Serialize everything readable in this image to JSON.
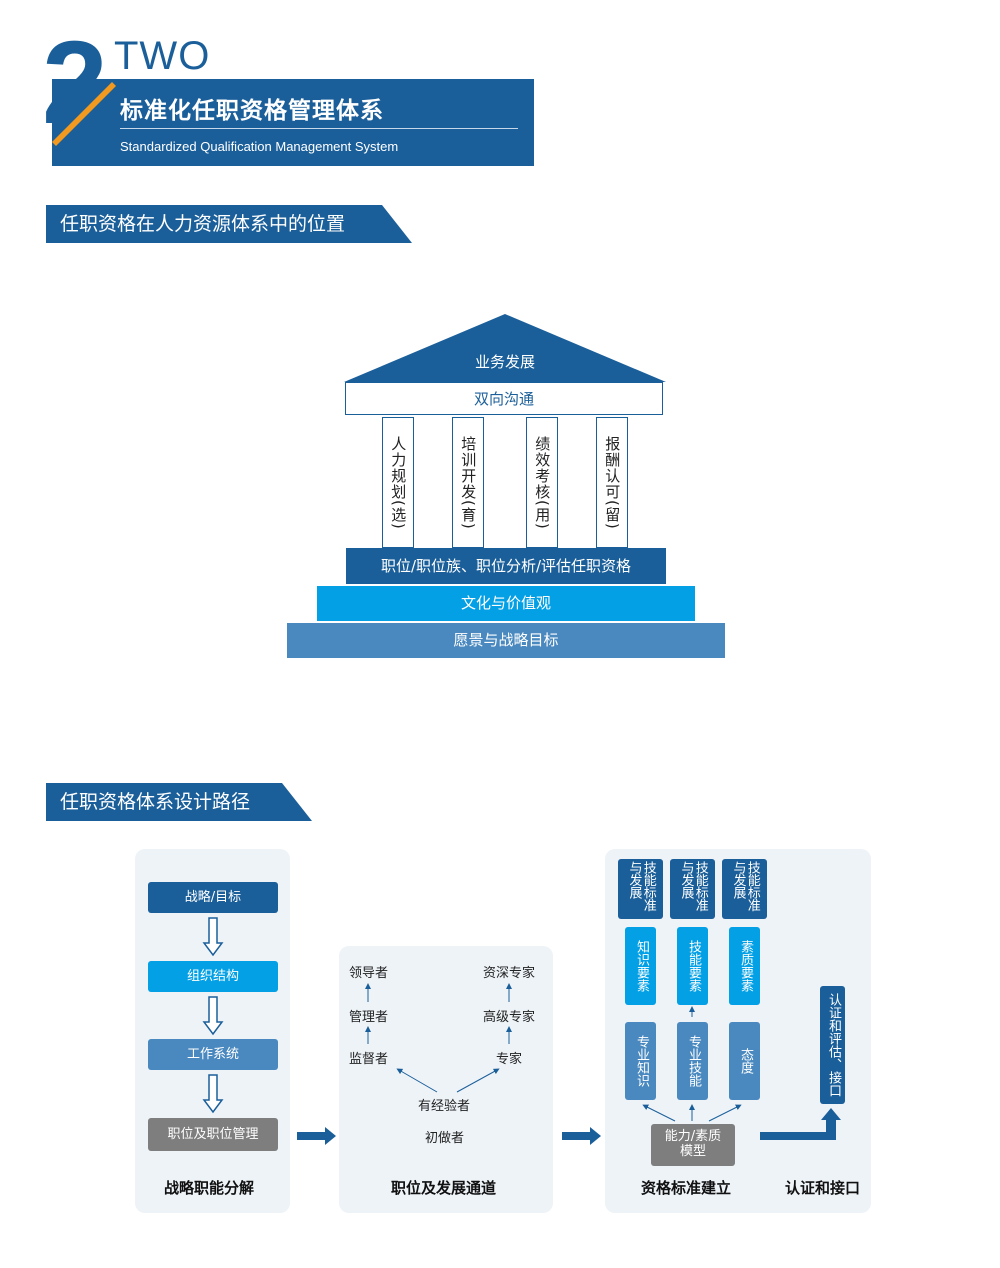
{
  "header": {
    "number": "2",
    "number_word": "TWO",
    "title": "标准化任职资格管理体系",
    "subtitle": "Standardized Qualification Management System"
  },
  "section1": {
    "title": "任职资格在人力资源体系中的位置",
    "roof": "业务发展",
    "beam": "双向沟通",
    "pillars": [
      "人力规划(选)",
      "培训开发(育)",
      "绩效考核(用)",
      "报酬认可(留)"
    ],
    "foundation_top": "职位/职位族、职位分析/评估任职资格",
    "foundation_mid": "文化与价值观",
    "foundation_bottom": "愿景与战略目标"
  },
  "section2": {
    "title": "任职资格体系设计路径",
    "panel1": {
      "steps": [
        "战略/目标",
        "组织结构",
        "工作系统",
        "职位及职位管理"
      ],
      "caption": "战略职能分解"
    },
    "panel2": {
      "left_track": [
        "领导者",
        "管理者",
        "监督者"
      ],
      "right_track": [
        "资深专家",
        "高级专家",
        "专家"
      ],
      "base": [
        "有经验者",
        "初做者"
      ],
      "caption": "职位及发展通道"
    },
    "panel3": {
      "top_boxes": [
        "技能标准与发展",
        "技能标准与发展",
        "技能标准与发展"
      ],
      "element_boxes": [
        "知识要素",
        "技能要素",
        "素质要素"
      ],
      "lower_boxes": [
        "专业知识",
        "专业技能",
        "态度"
      ],
      "model_line1": "能力/素质",
      "model_line2": "模型",
      "caption": "资格标准建立"
    },
    "panel4": {
      "cert_box": "认证和评估、接口",
      "caption": "认证和接口"
    }
  },
  "colors": {
    "navy": "#1b5f9a",
    "cyan": "#03a0e6",
    "steel": "#4a89bf",
    "gray": "#7e7e7e",
    "orange": "#f29a1f",
    "panel_bg": "#eef3f8"
  }
}
